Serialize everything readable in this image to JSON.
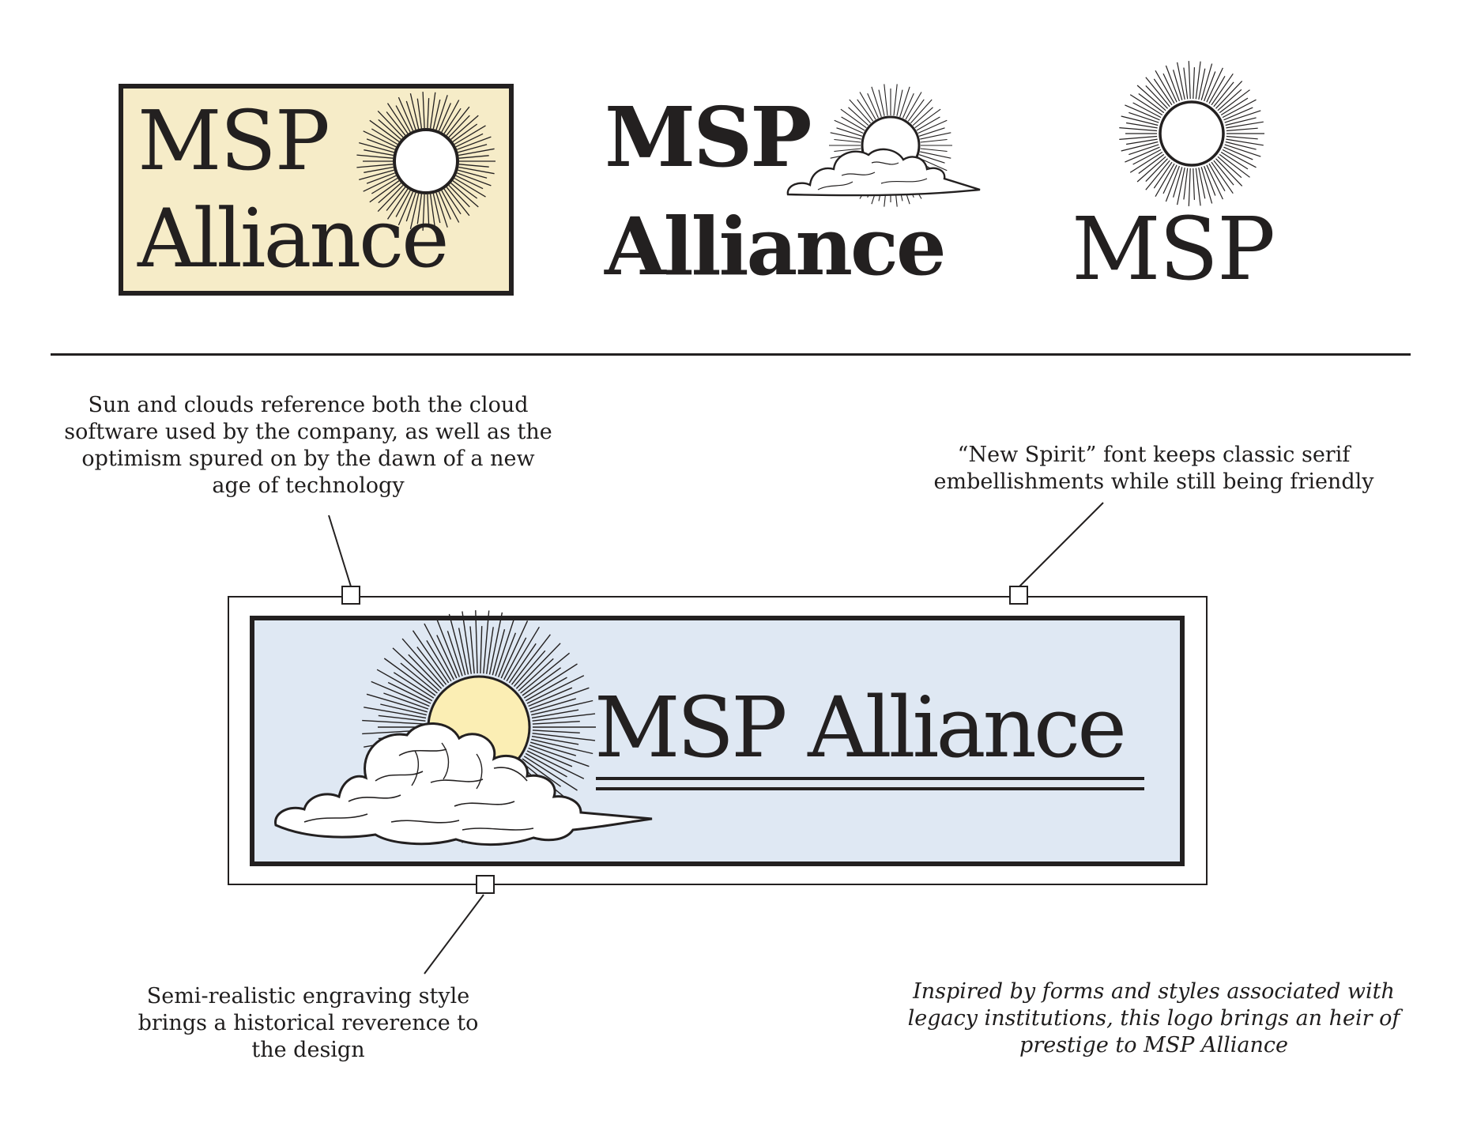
{
  "logos": {
    "boxed": {
      "line1": "MSP",
      "line2": "Alliance"
    },
    "stacked_bold": {
      "line1": "MSP",
      "line2": "Alliance"
    },
    "mark": {
      "text": "MSP"
    },
    "banner": {
      "text": "MSP Alliance"
    }
  },
  "annotations": {
    "sun_clouds": "Sun and clouds reference both the cloud software used by the company, as well as the optimism spured on by the dawn of a new age of technology",
    "font": "“New Spirit” font keeps classic serif embellishments while still being friendly",
    "engraving": "Semi-realistic engraving style brings a historical reverence to the design",
    "summary": "Inspired by forms and styles associated with legacy institutions, this logo brings an heir of prestige to MSP Alliance"
  },
  "colors": {
    "ink": "#232020",
    "cream_panel": "#f6ecc8",
    "banner_blue": "#dfe8f3",
    "sun_yellow": "#fbeeb4"
  },
  "icons": [
    "sun-icon",
    "cloud-icon",
    "sun-cloud-icon",
    "callout-marker-icon"
  ]
}
